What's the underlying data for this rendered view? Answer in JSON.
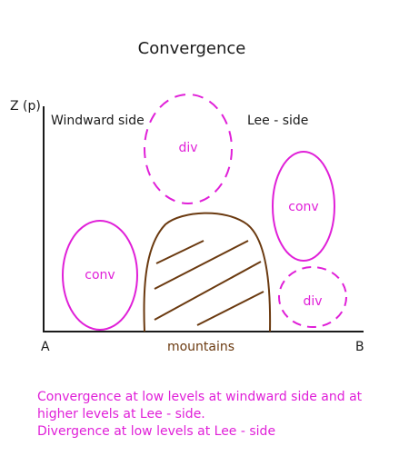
{
  "title": "Convergence",
  "axis": {
    "y_label": "Z (p)",
    "start_label": "A",
    "end_label": "B"
  },
  "sides": {
    "windward": "Windward side",
    "lee": "Lee - side"
  },
  "mountain_label": "mountains",
  "regions": {
    "windward_low": "conv",
    "windward_high": "div",
    "lee_high": "conv",
    "lee_low": "div"
  },
  "caption": {
    "line1": "Convergence at low levels at windward side and at",
    "line2": "higher levels at Lee - side.",
    "line3": "Divergence at low levels at Lee - side"
  },
  "colors": {
    "axis": "#1a1a1a",
    "convergence": "#e020d8",
    "mountain": "#6b3a10"
  }
}
